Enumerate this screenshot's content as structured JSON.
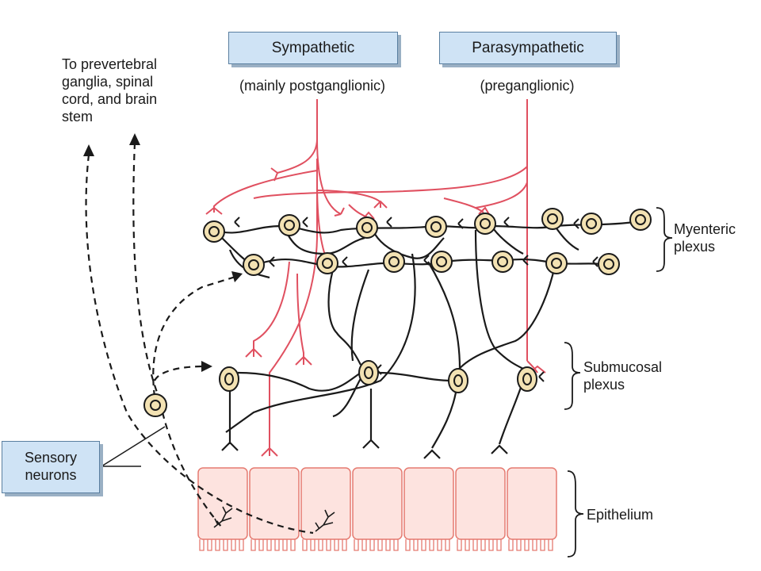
{
  "labels": {
    "sympathetic": "Sympathetic",
    "sympathetic_sub": "(mainly postganglionic)",
    "parasympathetic": "Parasympathetic",
    "parasympathetic_sub": "(preganglionic)",
    "to_prevertebral": [
      "To prevertebral",
      "ganglia, spinal",
      "cord, and brain",
      "stem"
    ],
    "myenteric": [
      "Myenteric",
      "plexus"
    ],
    "submucosal": [
      "Submucosal",
      "plexus"
    ],
    "epithelium": "Epithelium",
    "sensory": [
      "Sensory",
      "neurons"
    ]
  },
  "colors": {
    "autonomic_fiber": "#e05060",
    "neuron_fill": "#f3e2b3",
    "epithelium_fill": "#fde3df",
    "epithelium_stroke": "#e57a70",
    "label_box": "#cfe3f5"
  },
  "icons": [
    "neuron-cell-body-icon",
    "synapse-fork-icon",
    "nerve-ending-icon"
  ]
}
